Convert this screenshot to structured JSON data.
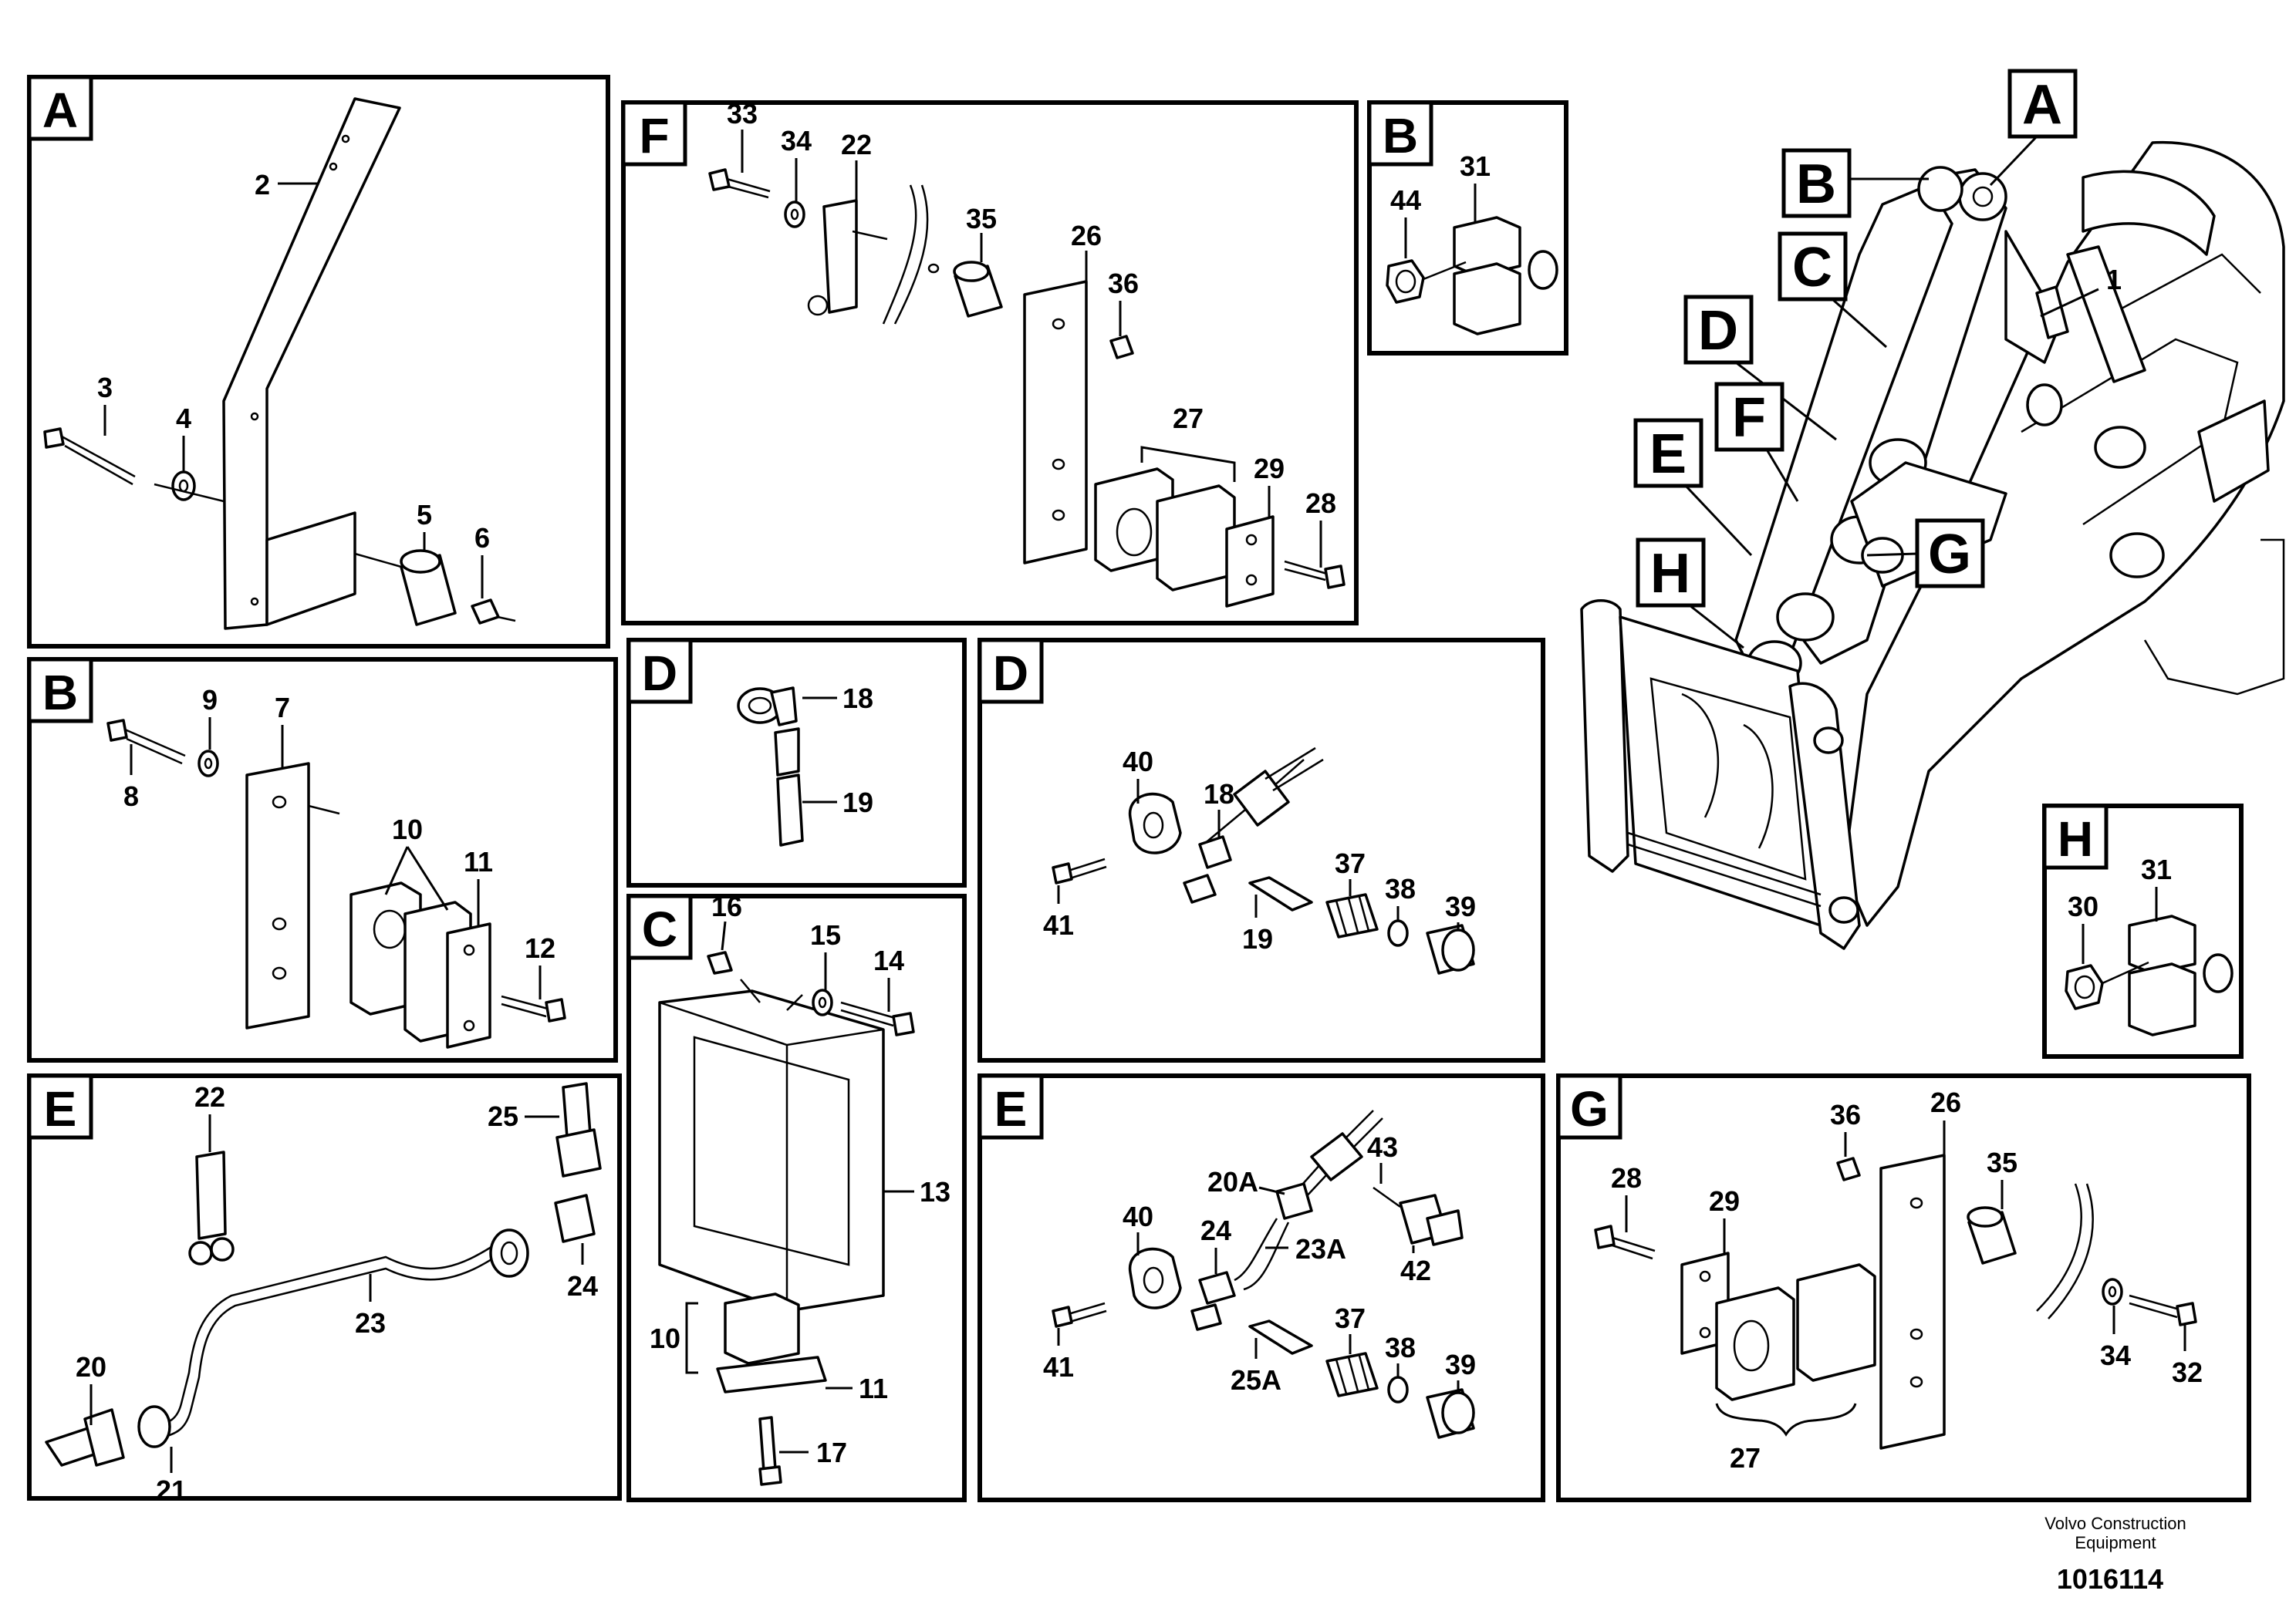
{
  "panels": {
    "A": {
      "tag": "A",
      "labels": [
        "2",
        "3",
        "4",
        "5",
        "6"
      ]
    },
    "F": {
      "tag": "F",
      "labels": [
        "33",
        "34",
        "22",
        "35",
        "26",
        "36",
        "27",
        "29",
        "28"
      ]
    },
    "B_small": {
      "tag": "B",
      "labels": [
        "31",
        "44"
      ]
    },
    "B": {
      "tag": "B",
      "labels": [
        "9",
        "7",
        "8",
        "10",
        "11",
        "12"
      ]
    },
    "D_small": {
      "tag": "D",
      "labels": [
        "18",
        "19"
      ]
    },
    "D": {
      "tag": "D",
      "labels": [
        "40",
        "18",
        "37",
        "38",
        "39",
        "41",
        "19"
      ]
    },
    "C": {
      "tag": "C",
      "labels": [
        "16",
        "15",
        "14",
        "13",
        "10",
        "11",
        "17"
      ]
    },
    "E": {
      "tag": "E",
      "labels": [
        "22",
        "25",
        "24",
        "23",
        "20",
        "21"
      ]
    },
    "E2": {
      "tag": "E",
      "labels": [
        "20A",
        "43",
        "40",
        "24",
        "23A",
        "42",
        "37",
        "38",
        "39",
        "41",
        "25A"
      ]
    },
    "G": {
      "tag": "G",
      "labels": [
        "36",
        "26",
        "35",
        "28",
        "29",
        "34",
        "32",
        "27"
      ]
    },
    "H": {
      "tag": "H",
      "labels": [
        "30",
        "31"
      ]
    }
  },
  "overview": {
    "tags": [
      "A",
      "B",
      "C",
      "D",
      "F",
      "E",
      "H",
      "G"
    ],
    "part_label": "1"
  },
  "footer": {
    "credit_line1": "Volvo Construction",
    "credit_line2": "Equipment",
    "doc_number": "1016114"
  }
}
